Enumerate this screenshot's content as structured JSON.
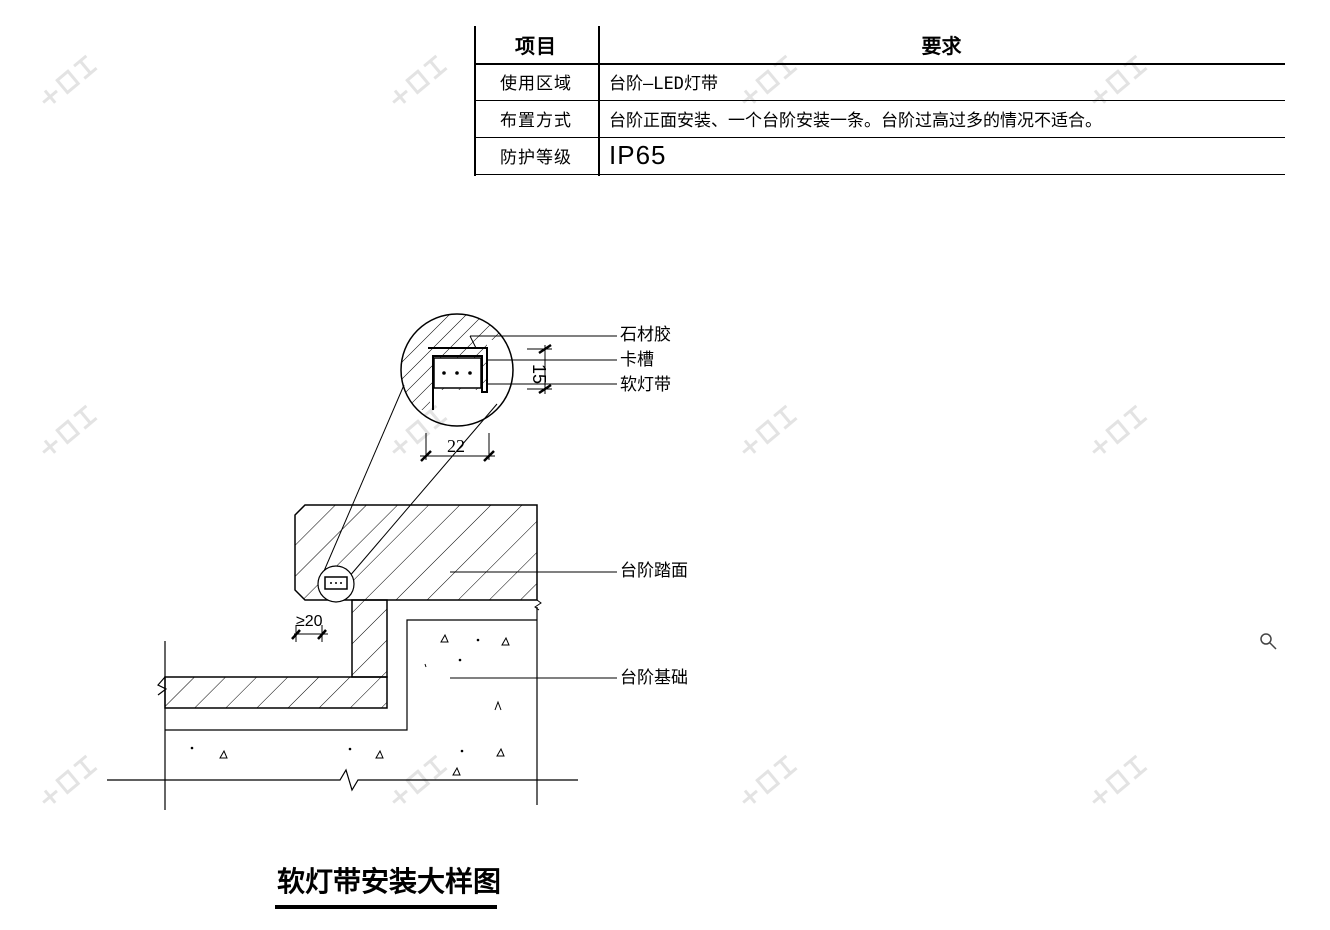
{
  "spec_table": {
    "header": {
      "key": "项目",
      "value": "要求"
    },
    "rows": [
      {
        "key": "使用区域",
        "value": "台阶—LED灯带"
      },
      {
        "key": "布置方式",
        "value": "台阶正面安装、一个台阶安装一条。台阶过高过多的情况不适合。"
      },
      {
        "key": "防护等级",
        "value": "IP65"
      }
    ]
  },
  "callouts": {
    "stone_glue": "石材胶",
    "slot": "卡槽",
    "soft_strip": "软灯带",
    "tread": "台阶踏面",
    "foundation": "台阶基础"
  },
  "dimensions": {
    "height": "15",
    "width": "22",
    "gap": "≥20"
  },
  "drawing_title": "软灯带安装大样图",
  "icons": [
    "magnifier-icon"
  ],
  "colors": {
    "line": "#000000",
    "watermark": "#e6e6e6",
    "background": "#ffffff"
  }
}
